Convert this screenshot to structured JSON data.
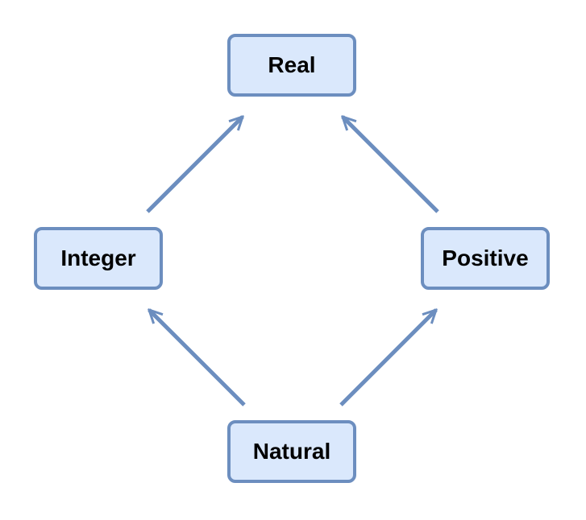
{
  "diagram": {
    "nodes": [
      {
        "id": "real",
        "label": "Real"
      },
      {
        "id": "integer",
        "label": "Integer"
      },
      {
        "id": "positive",
        "label": "Positive"
      },
      {
        "id": "natural",
        "label": "Natural"
      }
    ],
    "edges": [
      {
        "from": "integer",
        "to": "real"
      },
      {
        "from": "positive",
        "to": "real"
      },
      {
        "from": "natural",
        "to": "integer"
      },
      {
        "from": "natural",
        "to": "positive"
      }
    ]
  },
  "colors": {
    "node_fill": "#dae8fc",
    "node_stroke": "#6c8ebf",
    "edge": "#6c8ebf",
    "text": "#000000"
  }
}
